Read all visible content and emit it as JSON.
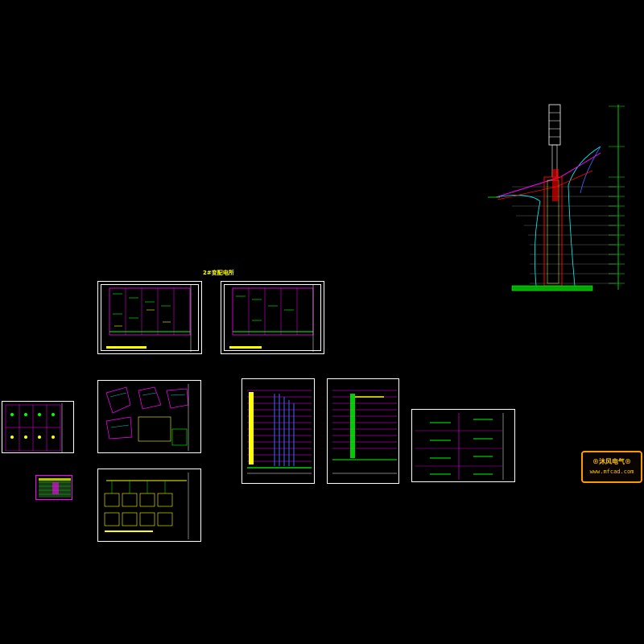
{
  "viewer": {
    "background_color": "#000000"
  },
  "drawing_set_title": "2#变配电所",
  "watermark": {
    "line1": "®沐风电气®",
    "line2": "www.mfcad.com"
  },
  "colors": {
    "frame": "#ffffff",
    "magenta": "#ff00ff",
    "yellow": "#ffff00",
    "green": "#00ff00",
    "cyan": "#00ffff",
    "red": "#ff0000",
    "blue": "#3b6cff",
    "stamp_border": "#ff9a00"
  }
}
